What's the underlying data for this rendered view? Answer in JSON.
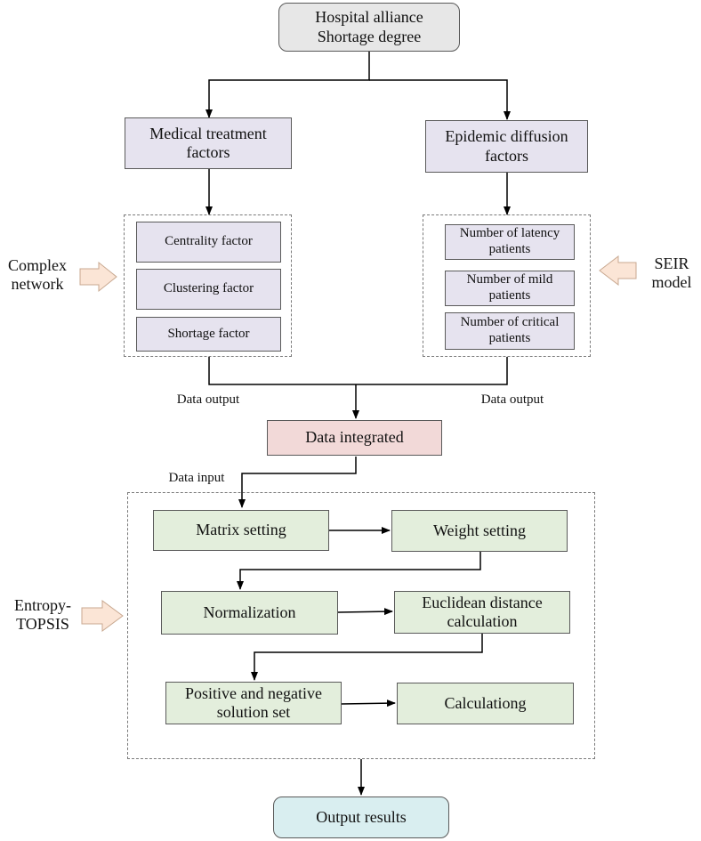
{
  "nodes": {
    "top": "Hospital alliance\nShortage degree",
    "medical": "Medical treatment\nfactors",
    "epidemic": "Epidemic diffusion\nfactors",
    "centrality": "Centrality factor",
    "clustering": "Clustering factor",
    "shortage": "Shortage factor",
    "latency": "Number of latency\npatients",
    "mild": "Number of mild\npatients",
    "critical": "Number of critical\npatients",
    "integrated": "Data integrated",
    "matrix": "Matrix setting",
    "weight": "Weight setting",
    "normalization": "Normalization",
    "euclidean": "Euclidean distance\ncalculation",
    "posneg": "Positive and negative\nsolution set",
    "calculating": "Calculationg",
    "output": "Output results"
  },
  "labels": {
    "complex_network": "Complex\nnetwork",
    "seir_model": "SEIR\nmodel",
    "entropy_topsis": "Entropy-\nTOPSIS",
    "data_output_left": "Data output",
    "data_output_right": "Data output",
    "data_input": "Data input"
  },
  "colors": {
    "lavender": "#e6e3ef",
    "gray": "#e7e7e7",
    "green": "#e3eedc",
    "pink": "#f2d9d8",
    "blue": "#d9eef0",
    "input_arrow": "#fbe5d6"
  }
}
